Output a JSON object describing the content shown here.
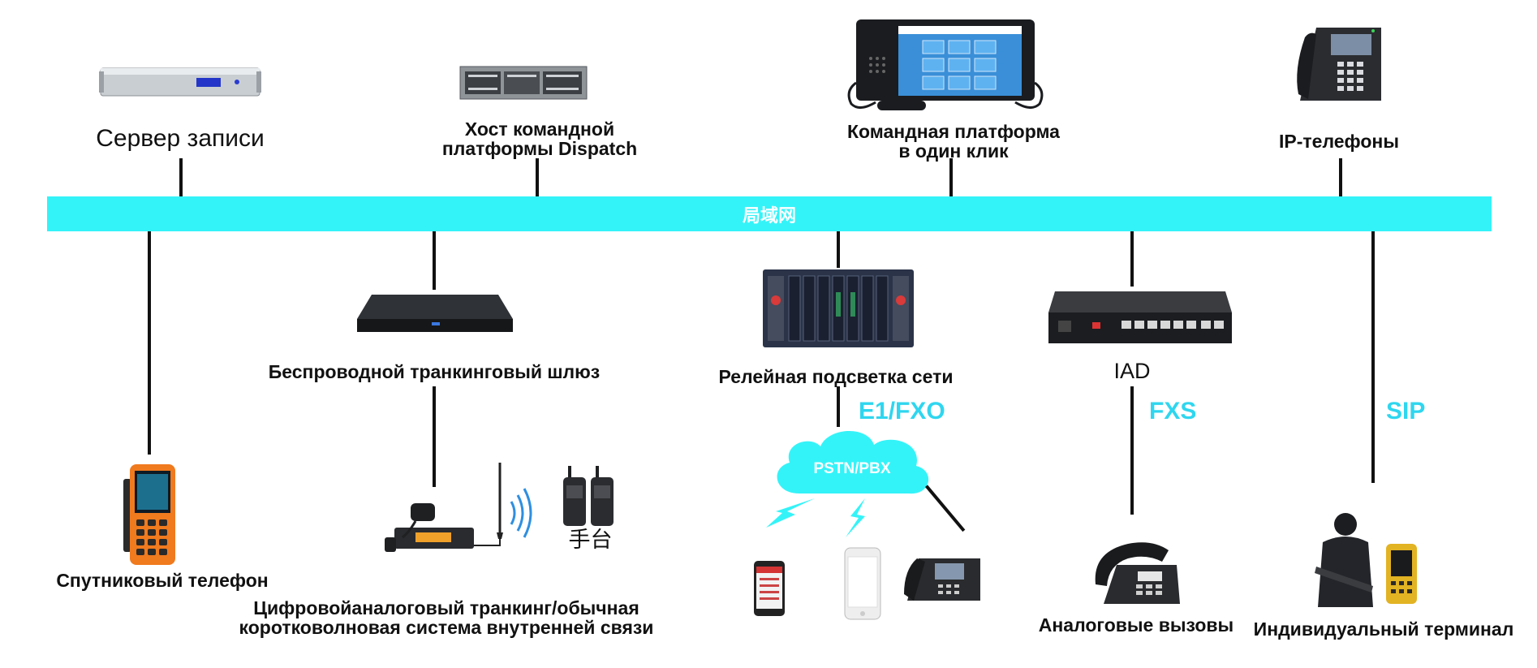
{
  "bus": {
    "label": "局域网",
    "color": "#34f3f8"
  },
  "top_nodes": {
    "recording_server": "Сервер записи",
    "dispatch_host_line1": "Хост командной",
    "dispatch_host_line2": "платформы Dispatch",
    "one_click_line1": "Командная платформа",
    "one_click_line2": "в один клик",
    "ip_phones": "IP-телефоны"
  },
  "bottom_nodes": {
    "satellite_phone": "Спутниковый телефон",
    "wireless_gateway": "Беспроводной транкинговый шлюз",
    "radio_system_line1": "Цифровойаналоговый транкинг/обычная",
    "radio_system_line2": "коротковолновая система внутренней связи",
    "handsets": "手台",
    "relay": "Релейная подсветка сети",
    "pstn_cloud": "PSTN/PBX",
    "iad": "IAD",
    "analog_calls": "Аналоговые вызовы",
    "individual_terminal": "Индивидуальный терминал"
  },
  "protocols": {
    "e1_fxo": "E1/FXO",
    "fxs": "FXS",
    "sip": "SIP"
  },
  "colors": {
    "accent": "#34f3f8",
    "protocol": "#2fd6ef",
    "line": "#111111"
  }
}
